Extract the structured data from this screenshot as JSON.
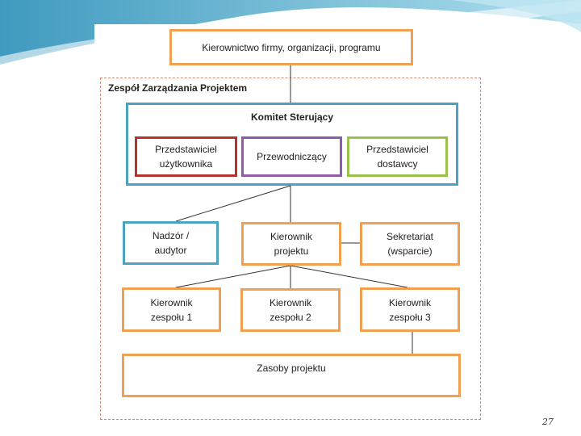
{
  "diagram": {
    "top_box": "Kierownictwo firmy, organizacji, programu",
    "group_title": "Zespół Zarządzania Projektem",
    "committee": {
      "title": "Komitet Sterujący",
      "members": [
        "Przedstawiciel\nużytkownika",
        "Przewodniczący",
        "Przedstawiciel\ndostawcy"
      ]
    },
    "supervision": "Nadzór /\naudytor",
    "project_manager": "Kierownik\nprojektu",
    "secretariat": "Sekretariat\n(wsparcie)",
    "team_managers": [
      "Kierownik\nzespołu 1",
      "Kierownik\nzespołu 2",
      "Kierownik\nzespołu 3"
    ],
    "resources": "Zasoby projektu"
  },
  "footer": {
    "page_number": "27"
  },
  "colors": {
    "orange": "#f0a050",
    "blue": "#4aa3c0",
    "red": "#b5322d",
    "purple": "#8e5da8",
    "green": "#9ac14b"
  }
}
